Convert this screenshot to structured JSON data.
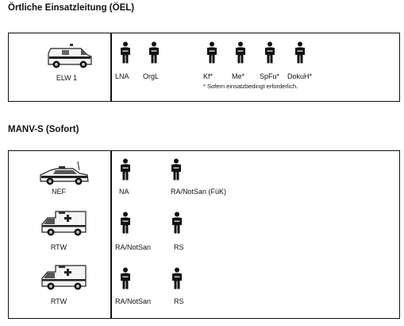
{
  "oel": {
    "heading": "Örtliche Einsatzleitung (ÖEL)",
    "vehicle_label": "ELW 1",
    "vehicle_icon": "command-van-icon",
    "persons": [
      "LNA",
      "OrgL",
      "Kf*",
      "Me*",
      "SpFu*",
      "DokuH*"
    ],
    "footnote": "* Sofern einsatzbedingt erforderlich."
  },
  "manv": {
    "heading": "MANV-S (Sofort)",
    "rows": [
      {
        "vehicle_label": "NEF",
        "vehicle_icon": "emergency-car-icon",
        "persons": [
          "NA",
          "RA/NotSan (FüK)"
        ]
      },
      {
        "vehicle_label": "RTW",
        "vehicle_icon": "ambulance-icon",
        "persons": [
          "RA/NotSan",
          "RS"
        ]
      },
      {
        "vehicle_label": "RTW",
        "vehicle_icon": "ambulance-icon",
        "persons": [
          "RA/NotSan",
          "RS"
        ]
      }
    ]
  }
}
